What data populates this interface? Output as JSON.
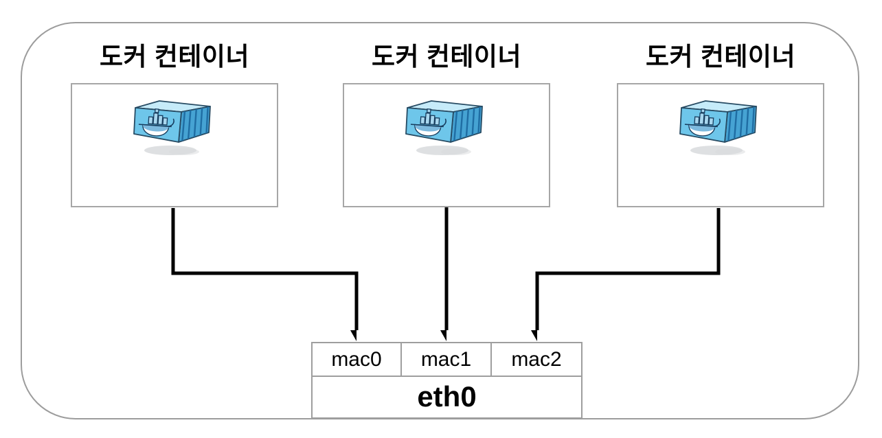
{
  "diagram_title": "docker-macvlan-network-diagram",
  "containers": [
    {
      "label": "도커 컨테이너",
      "icon": "docker-container-icon"
    },
    {
      "label": "도커 컨테이너",
      "icon": "docker-container-icon"
    },
    {
      "label": "도커 컨테이너",
      "icon": "docker-container-icon"
    }
  ],
  "nic": {
    "virtual_interfaces": [
      "mac0",
      "mac1",
      "mac2"
    ],
    "physical_interface": "eth0"
  },
  "connections": [
    {
      "from": "container-1",
      "to": "mac0"
    },
    {
      "from": "container-2",
      "to": "mac1"
    },
    {
      "from": "container-3",
      "to": "mac2"
    }
  ],
  "colors": {
    "background": "#ffffff",
    "boundary_border": "#9c9c9c",
    "box_border": "#a6a6a6",
    "nic_border": "#9e9e9e",
    "arrow": "#000000",
    "text": "#000000",
    "docker_front": "#6ec6ea",
    "docker_top": "#c6ebf9",
    "docker_side": "#46a3d3",
    "docker_outline": "#274b63",
    "docker_shadow": "#cdd0d2"
  }
}
